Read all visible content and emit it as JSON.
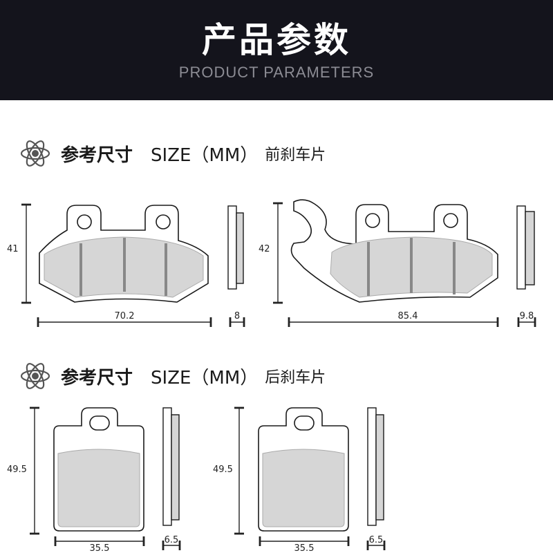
{
  "header": {
    "title": "产品参数",
    "subtitle": "PRODUCT PARAMETERS"
  },
  "sections": [
    {
      "icon": "atom-icon",
      "title": "参考尺寸",
      "size_label": "SIZE（MM）",
      "kind": "前刹车片",
      "pads": [
        {
          "height": "41",
          "width": "70.2",
          "thickness": "8"
        },
        {
          "height": "42",
          "width": "85.4",
          "thickness": "9.8"
        }
      ]
    },
    {
      "icon": "atom-icon",
      "title": "参考尺寸",
      "size_label": "SIZE（MM）",
      "kind": "后刹车片",
      "pads": [
        {
          "height": "49.5",
          "width": "35.5",
          "thickness": "6.5"
        },
        {
          "height": "49.5",
          "width": "35.5",
          "thickness": "6.5"
        }
      ]
    }
  ],
  "colors": {
    "header_bg": "#14141c",
    "pad_fill": "#d6d6d6",
    "outline": "#1a1a1a"
  }
}
